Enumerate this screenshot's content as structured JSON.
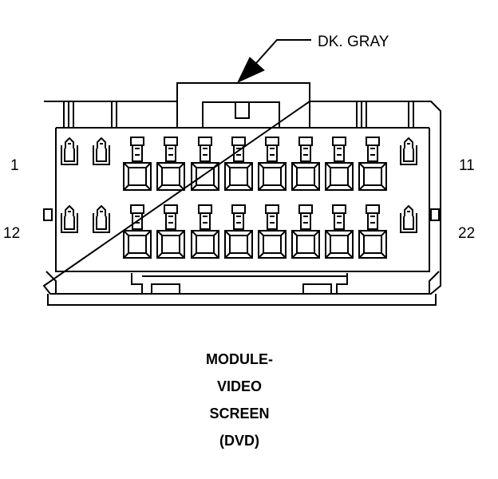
{
  "color_label": "DK. GRAY",
  "pin_labels": {
    "top_left": "1",
    "top_right": "11",
    "bottom_left": "12",
    "bottom_right": "22"
  },
  "caption": {
    "line1": "MODULE-",
    "line2": "VIDEO",
    "line3": "SCREEN",
    "line4": "(DVD)"
  }
}
